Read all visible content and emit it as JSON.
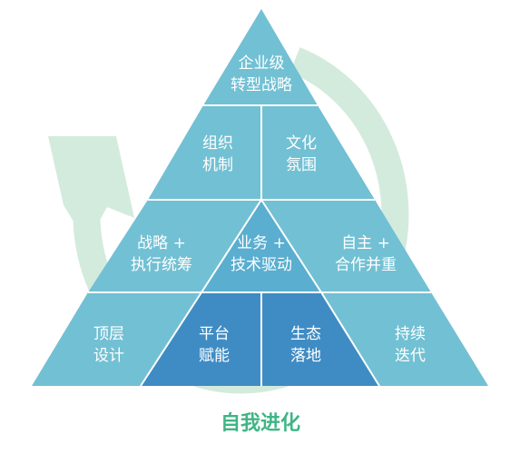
{
  "diagram": {
    "caption": "自我进化",
    "colors": {
      "light": "#72c0d3",
      "mid": "#5aaed0",
      "dark": "#3f8cc4",
      "cycle_arrow": "#d3ebdd",
      "divider": "#ffffff",
      "caption": "#3fb585"
    },
    "cells": [
      {
        "id": "apex",
        "lines": [
          "企业级",
          "转型战略"
        ]
      },
      {
        "id": "org-structure",
        "lines": [
          "组织",
          "机制"
        ]
      },
      {
        "id": "culture",
        "lines": [
          "文化",
          "氛围"
        ]
      },
      {
        "id": "strategy-execution",
        "lines": [
          "战略 +",
          "执行统筹"
        ]
      },
      {
        "id": "business-tech",
        "lines": [
          "业务 +",
          "技术驱动"
        ]
      },
      {
        "id": "autonomy-collab",
        "lines": [
          "自主 +",
          "合作并重"
        ]
      },
      {
        "id": "top-design",
        "lines": [
          "顶层",
          "设计"
        ]
      },
      {
        "id": "platform",
        "lines": [
          "平台",
          "赋能"
        ]
      },
      {
        "id": "ecosystem",
        "lines": [
          "生态",
          "落地"
        ]
      },
      {
        "id": "continuous-iteration",
        "lines": [
          "持续",
          "迭代"
        ]
      }
    ]
  }
}
